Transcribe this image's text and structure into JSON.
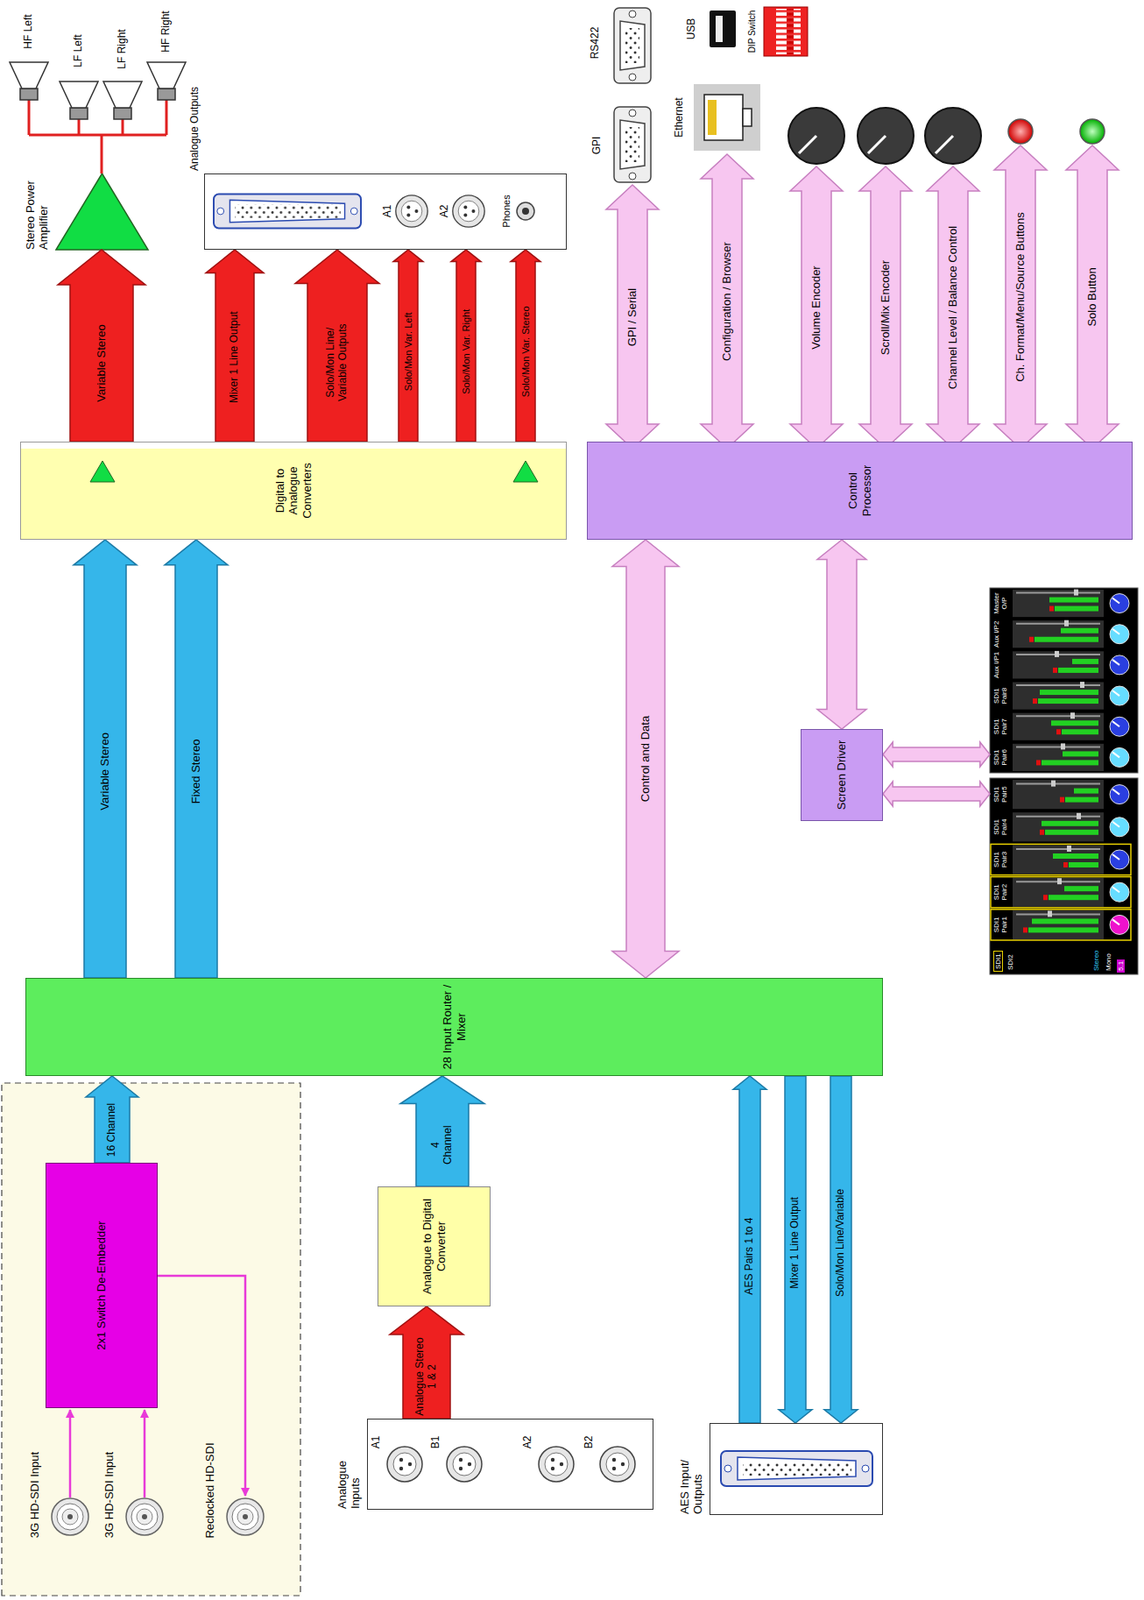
{
  "diagram": {
    "nodes": [
      {
        "text": [
          "2x1 Switch De-Embedder"
        ]
      },
      {
        "text": [
          "Analogue Inputs"
        ]
      },
      {
        "text": [
          "Analogue to Digital Converter"
        ]
      },
      {
        "text": [
          "AES Input/ Outputs"
        ]
      },
      {
        "text": [
          "28 Input Router / Mixer"
        ]
      },
      {
        "text": [
          "Digital to Analogue Converters"
        ]
      },
      {
        "text": [
          "Control Processor"
        ]
      },
      {
        "text": [
          "Screen Driver"
        ]
      },
      {
        "text": [
          "Stereo Power Amplifier"
        ]
      },
      {
        "text": [
          "Analogue Outputs"
        ]
      },
      {
        "text": [
          "SDI1",
          "SDI2",
          "SDI1 Pair1",
          "SDI1 Pair2",
          "SDI1 Pair3",
          "SDI1 Pair4",
          "SDI1 Pair5",
          "Stereo",
          "Mono",
          "5.1"
        ]
      },
      {
        "text": [
          "SDI1 Pair6",
          "SDI1 Pair7",
          "SDI1 Pair8",
          "Aux I/P1",
          "Aux I/P2",
          "Master O/P"
        ]
      }
    ],
    "edges": [
      {
        "from": 0,
        "to": 4,
        "arrow": "to",
        "label": "16 Channel"
      },
      {
        "from": 1,
        "to": 2,
        "arrow": "to",
        "label": "Analogue Stereo 1 & 2"
      },
      {
        "from": 2,
        "to": 4,
        "arrow": "to",
        "label": "4 Channel"
      },
      {
        "from": 3,
        "to": 4,
        "arrow": "to",
        "label": "AES Pairs 1 to 4"
      },
      {
        "from": 4,
        "to": 3,
        "arrow": "to",
        "label": "Mixer 1 Line Output"
      },
      {
        "from": 4,
        "to": 3,
        "arrow": "to",
        "label": "Solo/Mon Line/Variable"
      },
      {
        "from": 4,
        "to": 5,
        "arrow": "to",
        "label": "Variable Stereo"
      },
      {
        "from": 4,
        "to": 5,
        "arrow": "to",
        "label": "Fixed Stereo"
      },
      {
        "from": 4,
        "to": 6,
        "arrow": "both",
        "label": "Control and Data"
      },
      {
        "from": 6,
        "to": 7,
        "arrow": "both"
      },
      {
        "from": 7,
        "to": 10,
        "arrow": "both"
      },
      {
        "from": 7,
        "to": 11,
        "arrow": "both"
      },
      {
        "from": 5,
        "to": 8,
        "arrow": "to",
        "label": "Variable Stereo"
      },
      {
        "from": 5,
        "to": 9,
        "arrow": "to",
        "label": "Mixer 1 Line Output"
      },
      {
        "from": 5,
        "to": 9,
        "arrow": "to",
        "label": "Solo/Mon Line/ Variable Outputs"
      },
      {
        "from": 5,
        "to": 9,
        "arrow": "to",
        "label": "Solo/Mon Var. Left"
      },
      {
        "from": 5,
        "to": 9,
        "arrow": "to",
        "label": "Solo/Mon Var. Right"
      },
      {
        "from": 5,
        "to": 9,
        "arrow": "to",
        "label": "Solo/Mon Var. Stereo"
      }
    ],
    "labels": [
      "3G HD-SDI Input",
      "3G HD-SDI Input",
      "Reclocked HD-SDI",
      "A1",
      "B1",
      "A2",
      "B2",
      "HF Left",
      "LF Left",
      "LF Right",
      "HF Right",
      "A1",
      "A2",
      "Phones",
      "RS422",
      "GPI",
      "USB",
      "Ethernet",
      "DIP Switch",
      "GPI / Serial",
      "Configuration / Browser",
      "Volume Encoder",
      "Scroll/Mix Encoder",
      "Channel Level / Balance Control",
      "Ch. Format/Menu/Source Buttons",
      "Solo Button"
    ]
  }
}
